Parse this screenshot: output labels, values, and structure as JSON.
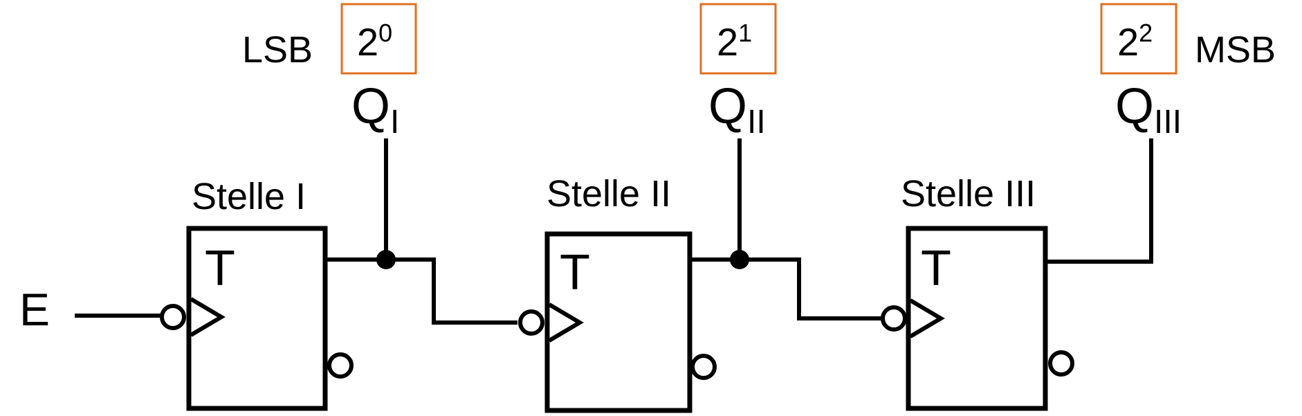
{
  "input_label": "E",
  "lsb_label": "LSB",
  "msb_label": "MSB",
  "stages": [
    {
      "name": "Stelle I",
      "type_letter": "T",
      "output_base": "Q",
      "output_sub": "I",
      "weight_base": "2",
      "weight_exp": "0"
    },
    {
      "name": "Stelle II",
      "type_letter": "T",
      "output_base": "Q",
      "output_sub": "II",
      "weight_base": "2",
      "weight_exp": "1"
    },
    {
      "name": "Stelle III",
      "type_letter": "T",
      "output_base": "Q",
      "output_sub": "III",
      "weight_base": "2",
      "weight_exp": "2"
    }
  ],
  "colors": {
    "line": "#000000",
    "weight_box": "#e07020"
  }
}
